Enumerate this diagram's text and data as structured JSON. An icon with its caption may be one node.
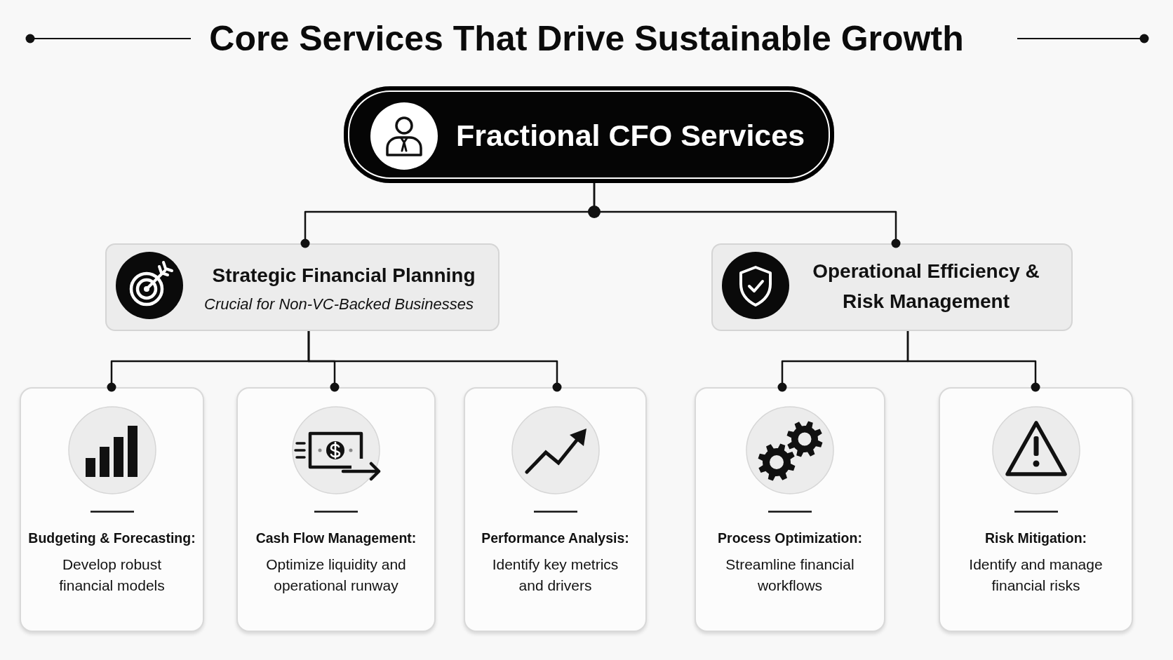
{
  "diagram": {
    "title": "Core Services That Drive Sustainable Growth",
    "nodes": [
      {
        "text": [
          "Fractional CFO Services"
        ]
      },
      {
        "text": [
          "Strategic Financial Planning",
          "Crucial for Non-VC-Backed Businesses"
        ]
      },
      {
        "text": [
          "Operational Efficiency & Risk Management"
        ]
      },
      {
        "text": [
          "Budgeting & Forecasting:",
          "Develop robust financial models"
        ]
      },
      {
        "text": [
          "Cash Flow Management:",
          "Optimize liquidity and operational runway"
        ]
      },
      {
        "text": [
          "Performance Analysis:",
          "Identify key metrics and drivers"
        ]
      },
      {
        "text": [
          "Process Optimization:",
          "Streamline financial workflows"
        ]
      },
      {
        "text": [
          "Risk Mitigation:",
          "Identify and manage financial risks"
        ]
      }
    ],
    "edges": [
      {
        "from": 0,
        "to": 1,
        "arrow": "other"
      },
      {
        "from": 0,
        "to": 2,
        "arrow": "other"
      },
      {
        "from": 1,
        "to": 3,
        "arrow": "other"
      },
      {
        "from": 1,
        "to": 4,
        "arrow": "other"
      },
      {
        "from": 1,
        "to": 5,
        "arrow": "other"
      },
      {
        "from": 2,
        "to": 6,
        "arrow": "other"
      },
      {
        "from": 2,
        "to": 7,
        "arrow": "other"
      }
    ]
  }
}
